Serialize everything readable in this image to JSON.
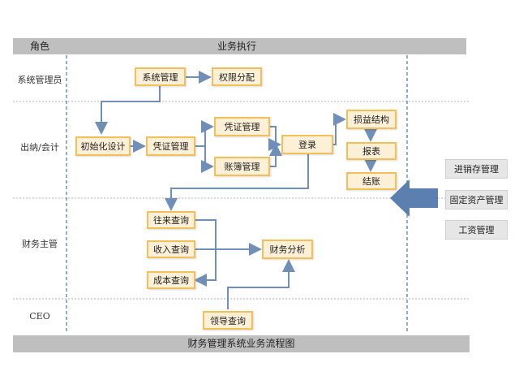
{
  "header": {
    "role": "角色",
    "execution": "业务执行"
  },
  "footer": {
    "title": "财务管理系统业务流程图"
  },
  "lanes": {
    "sysadmin": "系统管理员",
    "cashier": "出纳/会计",
    "supervisor": "财务主管",
    "ceo": "CEO"
  },
  "nodes": {
    "sys_manage": "系统管理",
    "perm_assign": "权限分配",
    "init_design": "初始化设计",
    "voucher_mgmt_1": "凭证管理",
    "voucher_mgmt_2": "凭证管理",
    "ledger_mgmt": "账簿管理",
    "login": "登录",
    "pl_structure": "损益结构",
    "report": "报表",
    "closing": "结账",
    "ar_ap_query": "往来查询",
    "income_query": "收入查询",
    "cost_query": "成本查询",
    "fin_analysis": "财务分析",
    "leader_query": "领导查询"
  },
  "side_modules": [
    "进销存管理",
    "固定资产管理",
    "工资管理"
  ],
  "colors": {
    "node_fill": "#fdf0d7",
    "node_border": "#f3bf5a",
    "connector": "#6f8fb8",
    "big_arrow": "#5b7fae",
    "header_bar": "#bfbfbf",
    "side_box": "#e6e6e6"
  }
}
